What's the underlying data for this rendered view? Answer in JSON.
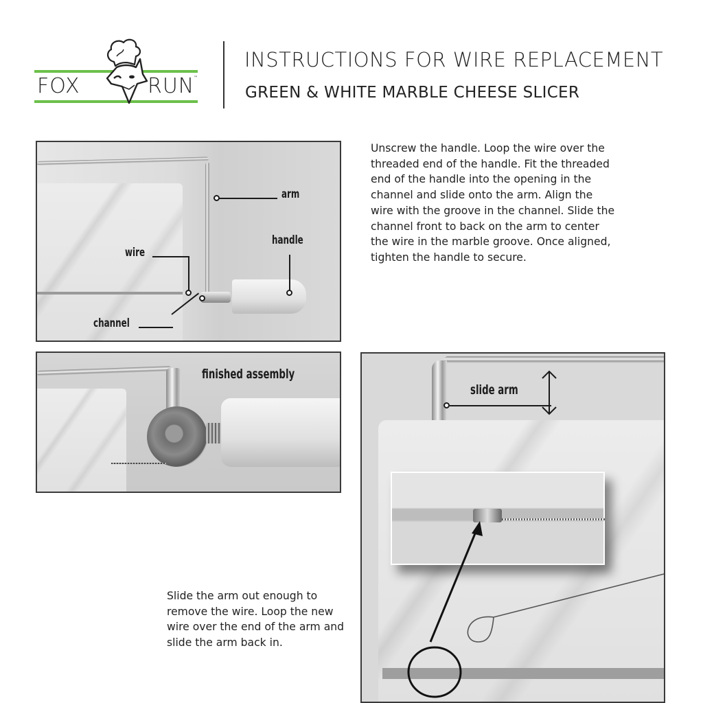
{
  "header": {
    "brand_left": "FOX",
    "brand_right": "RUN",
    "brand_trademark": "™",
    "brand_accent_color": "#6cc04a",
    "title": "INSTRUCTIONS FOR WIRE REPLACEMENT",
    "subtitle": "GREEN & WHITE MARBLE CHEESE SLICER"
  },
  "steps": [
    {
      "text": "Unscrew the handle. Loop the wire over the threaded end of the handle. Fit the threaded end of the handle into the opening in the channel and slide onto the arm. Align the wire with the groove in the channel. Slide the channel front to back on the arm to center the wire in the marble groove. Once aligned, tighten the handle to secure."
    },
    {
      "text": "Slide the arm out enough to remove the wire. Loop the new wire over the end of the arm and slide the arm back in."
    }
  ],
  "figures": {
    "parts": {
      "labels": {
        "arm": "arm",
        "handle": "handle",
        "wire": "wire",
        "channel": "channel"
      }
    },
    "assembly": {
      "label": "finished assembly"
    },
    "slide": {
      "label": "slide arm"
    }
  }
}
